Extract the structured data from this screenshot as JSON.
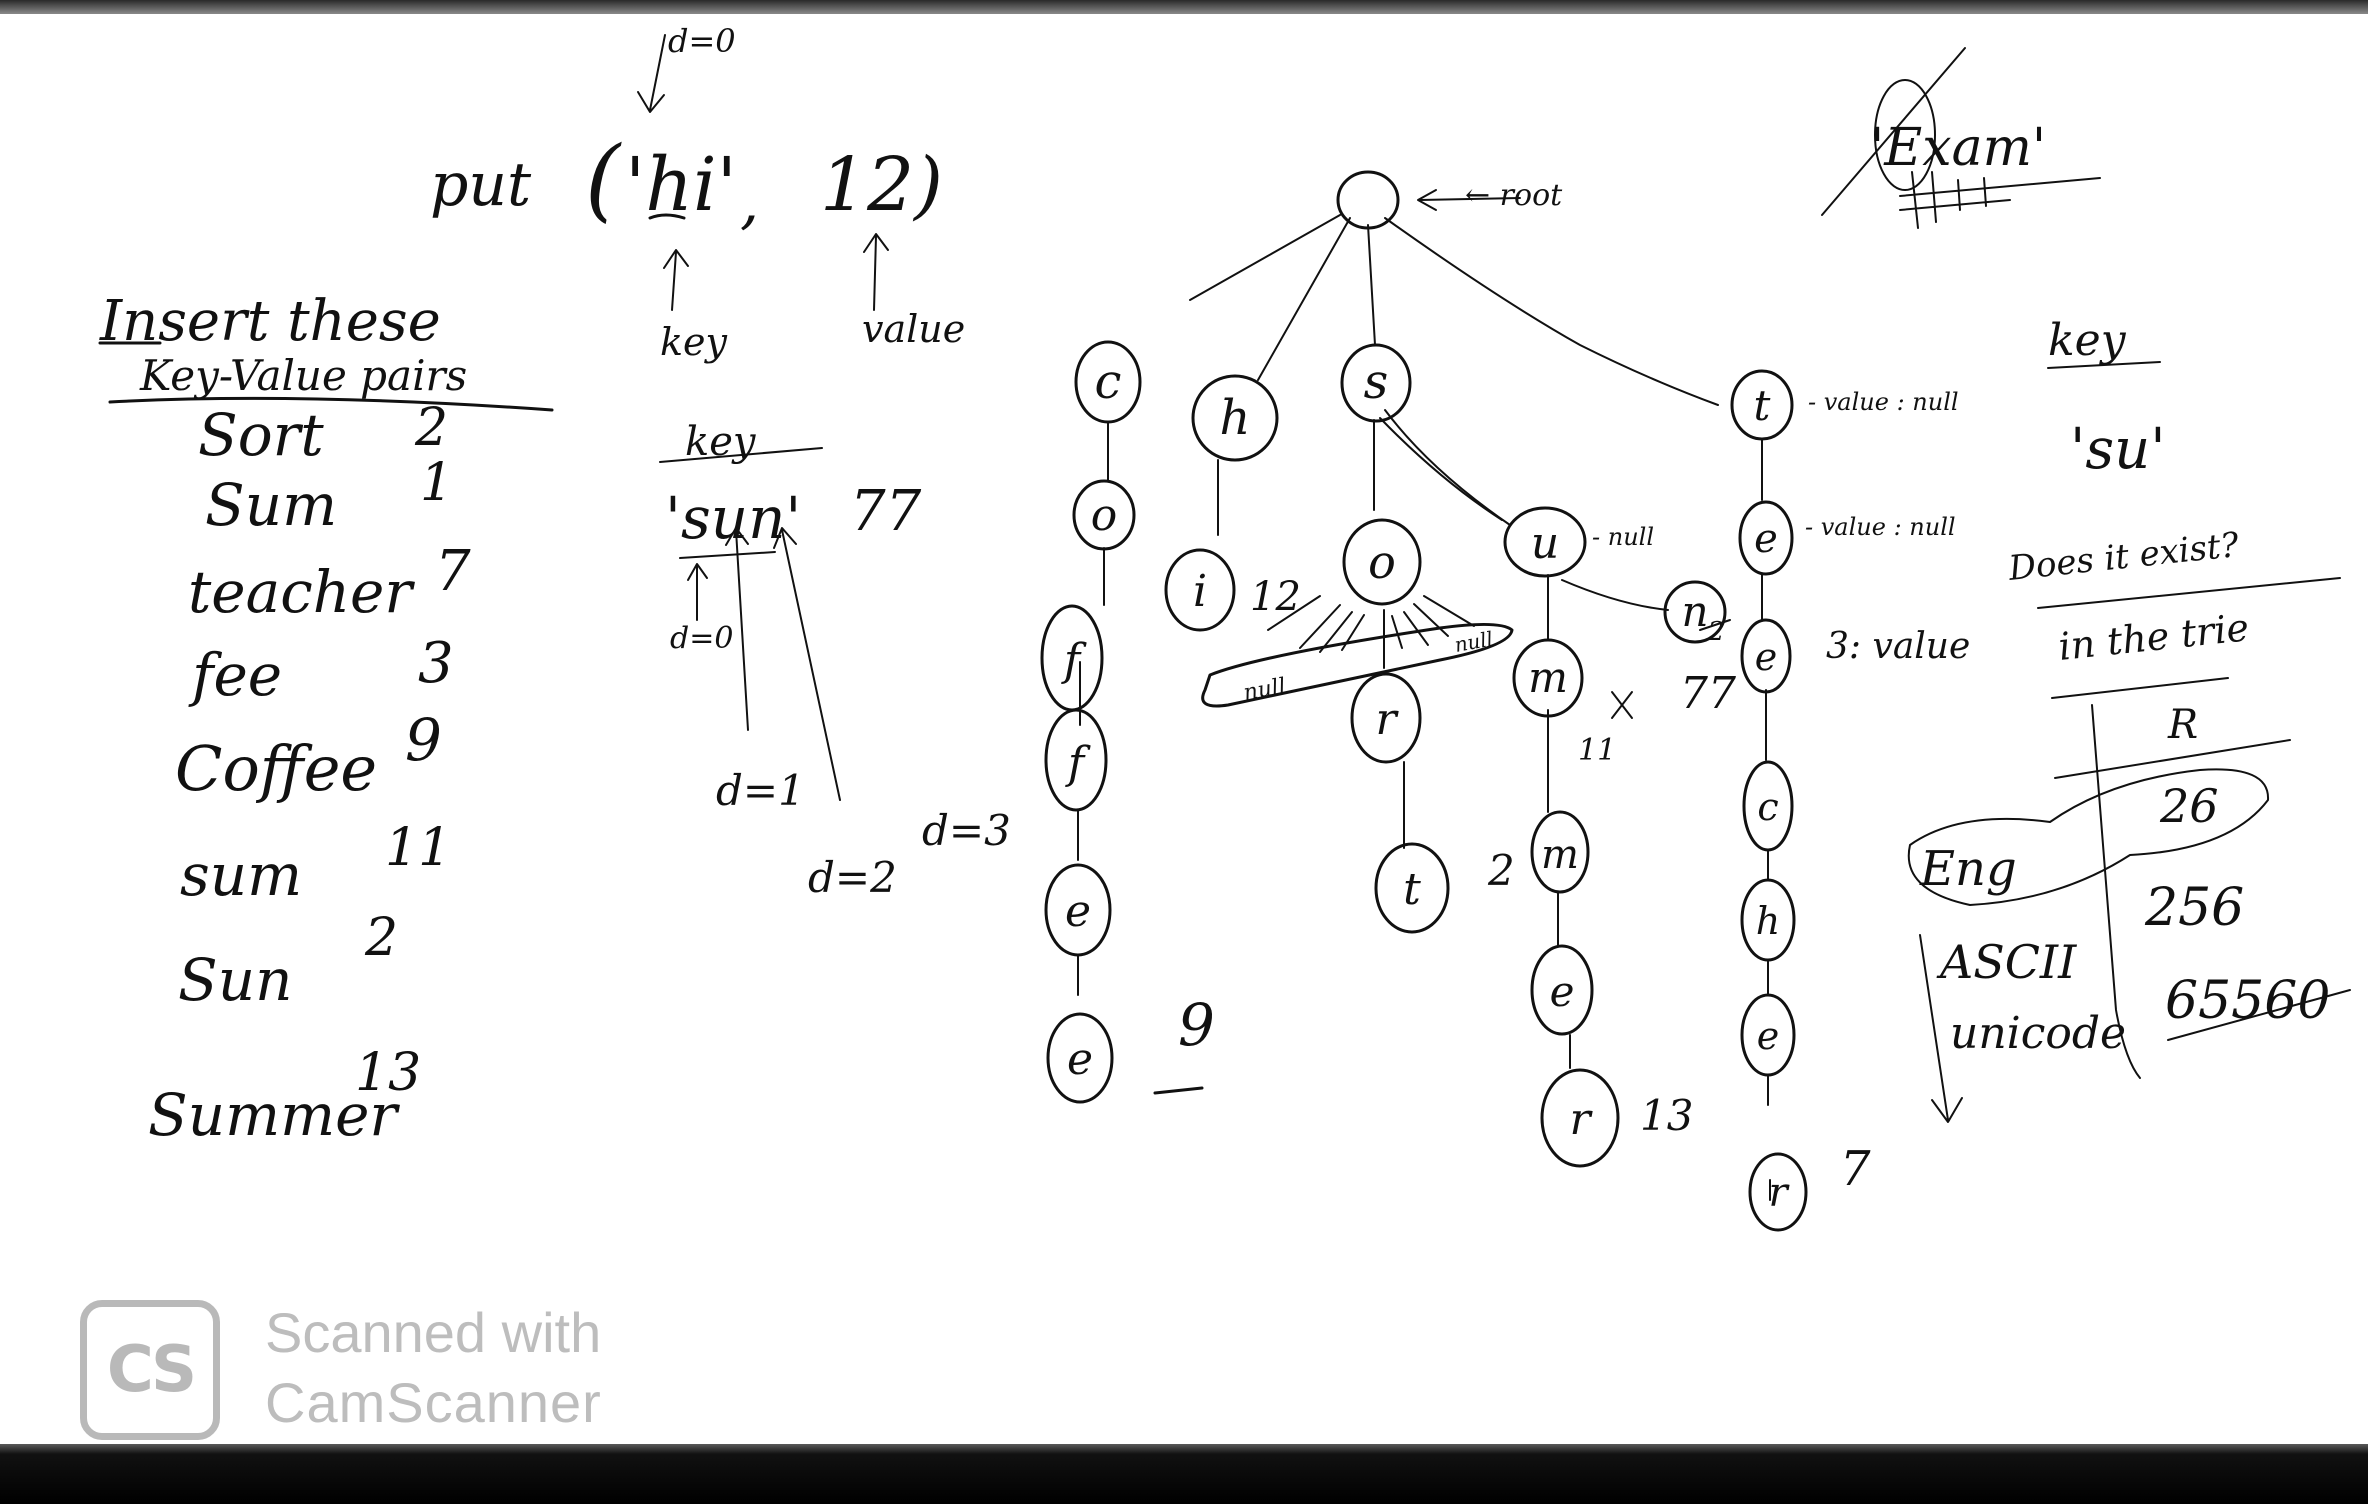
{
  "put_call": {
    "fn": "put",
    "open": "(",
    "key": "'hi'",
    "comma": ",",
    "value": "12)",
    "depth_label": "d=0",
    "key_label": "key",
    "value_label": "value"
  },
  "insert_list": {
    "heading_line1": "Insert these",
    "heading_line2": "Key-Value pairs",
    "pairs": [
      {
        "key": "Sort",
        "value": "2"
      },
      {
        "key": "Sum",
        "value": "1"
      },
      {
        "key": "teacher",
        "value": "7"
      },
      {
        "key": "fee",
        "value": "3"
      },
      {
        "key": "Coffee",
        "value": "9"
      },
      {
        "key": "sum",
        "value": "11"
      },
      {
        "key": "Sun",
        "value": "2"
      },
      {
        "key": "Summer",
        "value": "13"
      }
    ]
  },
  "key_example": {
    "header": "key",
    "key": "'sun'",
    "value": "77",
    "d0": "d=0",
    "d1": "d=1",
    "d2": "d=2",
    "d3": "d=3"
  },
  "trie": {
    "root_label": "← root",
    "nodes": {
      "root": "",
      "c1": "c",
      "o1": "o",
      "f1": "f",
      "f2": "f",
      "e1": "e",
      "e2": "e",
      "h": "h",
      "i": "i",
      "s": "s",
      "o2": "o",
      "r1": "r",
      "t1": "t",
      "u": "u",
      "n": "n",
      "m1": "m",
      "m2": "m",
      "e3": "e",
      "r2": "r",
      "t2": "t",
      "e4": "e",
      "e5": "e",
      "c2": "c",
      "h2": "h",
      "e6": "e",
      "r3": "r"
    },
    "values": {
      "coffee": "9",
      "hi": "12",
      "sort": "2",
      "sum": "11",
      "summer": "13",
      "sun": "77",
      "sun_crossed": "2",
      "teacher": "7",
      "fee": "3: value"
    },
    "annotations": {
      "t_null": "- value : null",
      "e_null": "- value : null",
      "u_null": "- null",
      "o_null_left": "null",
      "o_null_right": "null"
    }
  },
  "exam_note": {
    "text": "'Exam'"
  },
  "lookup": {
    "header": "key",
    "key": "'su'",
    "question_line1": "Does it exist?",
    "question_line2": "in the trie",
    "table_header": "R",
    "rows": [
      {
        "label": "Eng",
        "value": "26"
      },
      {
        "label": "ASCII",
        "value": "256"
      },
      {
        "label": "unicode",
        "value": "65560"
      }
    ]
  },
  "watermark": {
    "logo": "CS",
    "line1": "Scanned with",
    "line2": "CamScanner"
  }
}
